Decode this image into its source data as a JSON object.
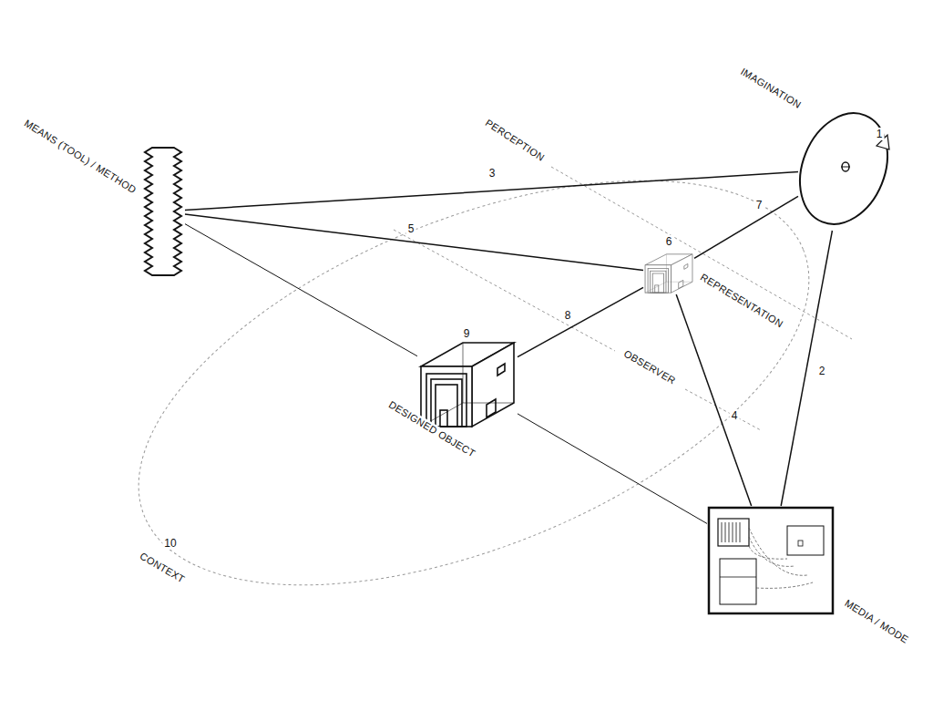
{
  "diagram": {
    "nodes": [
      {
        "text": [
          "MEANS (TOOL) / METHOD"
        ]
      },
      {
        "text": [
          "IMAGINATION"
        ]
      },
      {
        "text": [
          "REPRESENTATION"
        ]
      },
      {
        "text": [
          "DESIGNED OBJECT"
        ]
      },
      {
        "text": [
          "MEDIA / MODE"
        ]
      }
    ],
    "edges": [
      {
        "from": 0,
        "to": 1,
        "label": "3",
        "arrow": "none"
      },
      {
        "from": 0,
        "to": 2,
        "label": "5",
        "arrow": "none"
      },
      {
        "from": 0,
        "to": 3,
        "arrow": "none"
      },
      {
        "from": 3,
        "to": 4,
        "arrow": "none"
      },
      {
        "from": 1,
        "to": 4,
        "label": "2",
        "arrow": "none"
      },
      {
        "from": 2,
        "to": 4,
        "label": "4",
        "arrow": "none"
      },
      {
        "from": 1,
        "to": 2,
        "label": "7",
        "arrow": "none"
      },
      {
        "from": 2,
        "to": 3,
        "label": "8",
        "arrow": "none"
      }
    ],
    "labels": [
      "1",
      "6",
      "9",
      "10",
      "PERCEPTION",
      "OBSERVER",
      "CONTEXT"
    ]
  }
}
